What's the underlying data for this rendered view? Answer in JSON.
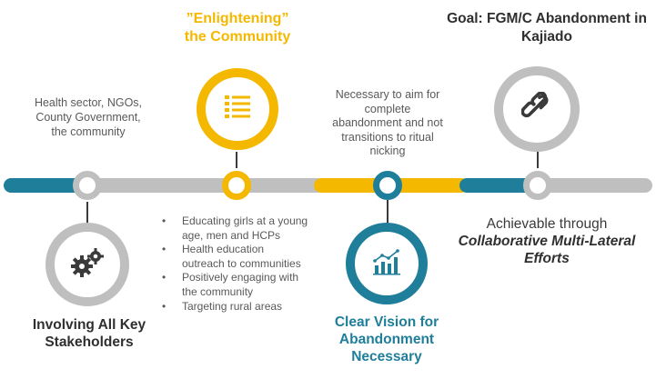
{
  "colors": {
    "teal": "#1f7e9a",
    "gold": "#f5b800",
    "gray": "#bfbfbf",
    "dark_text": "#2f2f2f",
    "body_text": "#595959",
    "icon": "#3a3a3a"
  },
  "stage1": {
    "icon": "gears-icon",
    "above_text": [
      "Health sector, NGOs,",
      "County Government,",
      "the community"
    ],
    "title": [
      "Involving All Key",
      "Stakeholders"
    ]
  },
  "stage2": {
    "icon": "list-icon",
    "title": [
      "”Enlightening”",
      "the Community"
    ],
    "bullets": [
      [
        "Educating girls at a young",
        "age, men and HCPs"
      ],
      [
        "Health education",
        "outreach to communities"
      ],
      [
        "Positively engaging with",
        "the community"
      ],
      [
        "Targeting rural areas"
      ]
    ]
  },
  "stage3": {
    "icon": "bar-chart-icon",
    "above_text": [
      "Necessary to aim for",
      "complete",
      "abandonment and not",
      "transitions to ritual",
      "nicking"
    ],
    "title": [
      "Clear Vision for",
      "Abandonment",
      "Necessary"
    ]
  },
  "stage4": {
    "icon": "chain-link-icon",
    "goal_title": [
      "Goal: FGM/C Abandonment in",
      "Kajiado"
    ],
    "caption_line1": "Achievable through",
    "caption_line2": [
      "Collaborative Multi-Lateral",
      "Efforts"
    ]
  }
}
